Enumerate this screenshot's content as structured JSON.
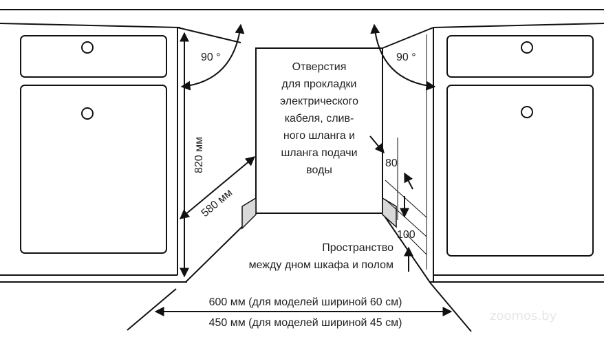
{
  "labels": {
    "angle_left": "90 °",
    "angle_right": "90 °",
    "height": "820 мм",
    "depth": "580 мм",
    "openings": [
      "Отверстия",
      "для прокладки",
      "электрического",
      "кабеля, слив-",
      "ного шланга и",
      "шланга подачи",
      "воды"
    ],
    "dim_80": "80",
    "dim_100": "100",
    "space": [
      "Пространство",
      "между дном шкафа и полом"
    ],
    "width_60": "600 мм (для моделей шириной 60 см)",
    "width_45": "450 мм (для моделей шириной 45 см)"
  },
  "watermark": "zoomos.by",
  "colors": {
    "line": "#111111",
    "shade": "#d9d9d9"
  }
}
